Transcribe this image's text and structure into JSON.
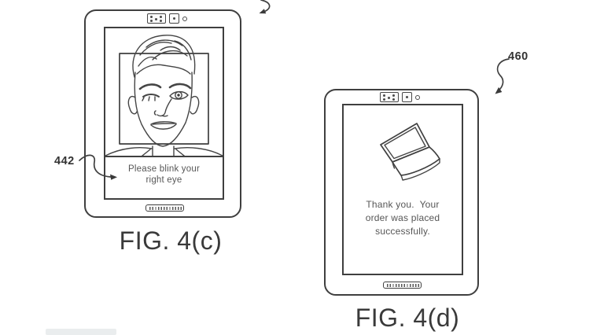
{
  "page": {
    "background_color": "#ffffff",
    "line_color": "#3f3f3f",
    "screen_text_color": "#565656",
    "caption_color": "#3a3a3a"
  },
  "figure_c": {
    "caption": "FIG. 4(c)",
    "ref_label": "442",
    "screen_prompt": {
      "line1": "Please blink your",
      "line2": "right eye"
    }
  },
  "figure_d": {
    "caption": "FIG. 4(d)",
    "ref_label": "460",
    "screen_message": {
      "line1": "Thank you.  Your",
      "line2": "order was placed",
      "line3": "successfully."
    }
  },
  "icons": {
    "sensor_array": "ir-dot-projector-icon",
    "camera": "front-camera-icon",
    "indicator": "sensor-dot-icon",
    "face": "winking-face-illustration",
    "face_box": "face-detection-box",
    "laptop": "laptop-icon",
    "home": "home-button-bar",
    "arrows": "leader-arrow"
  }
}
